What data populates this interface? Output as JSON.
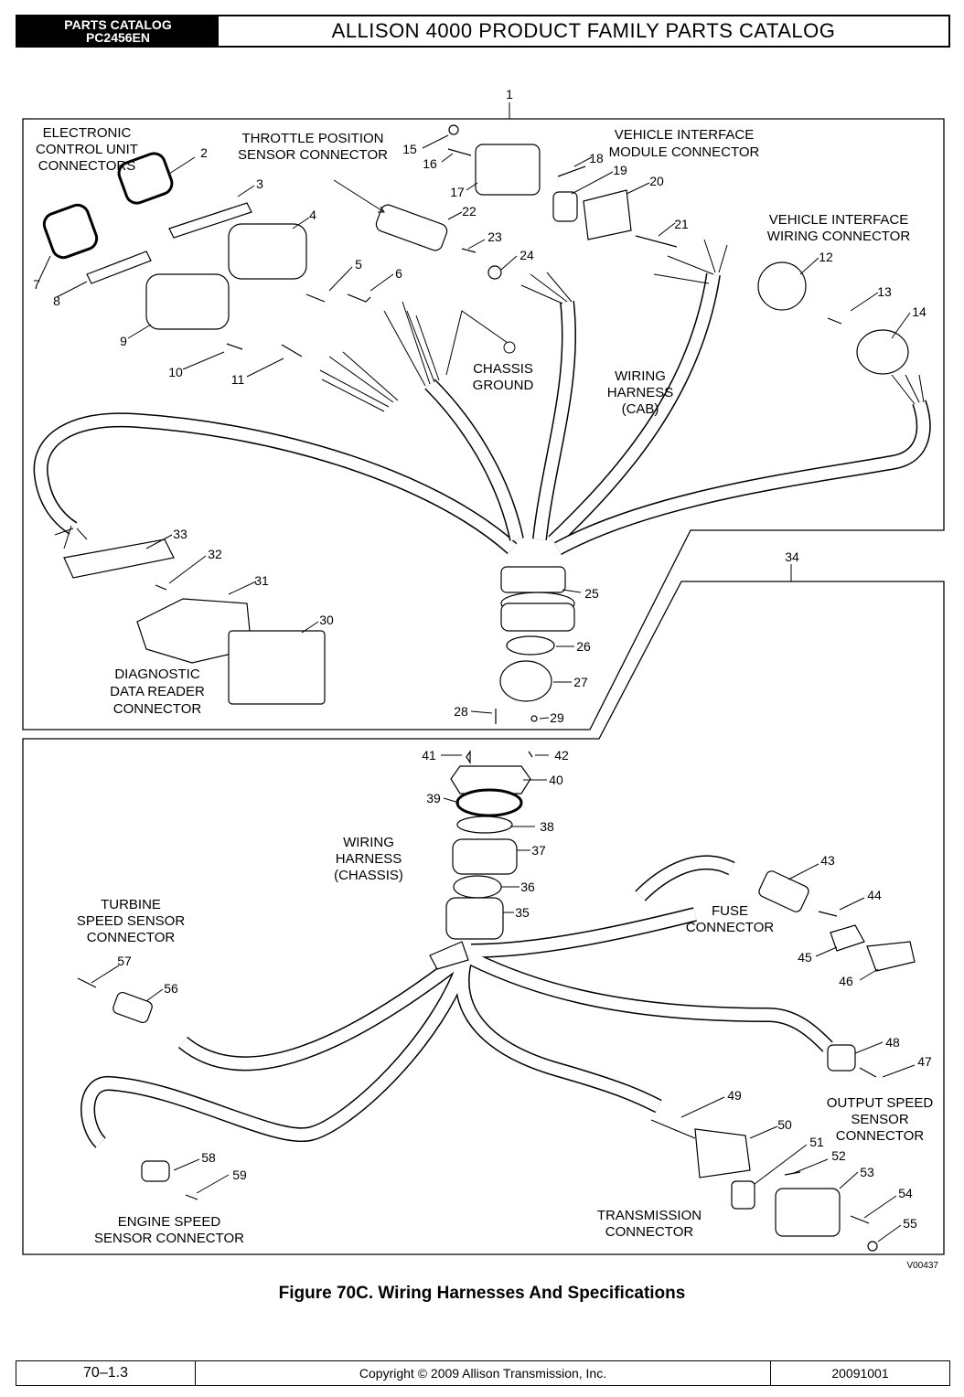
{
  "header": {
    "catalog_line1": "PARTS CATALOG",
    "catalog_line2": "PC2456EN",
    "title": "ALLISON 4000 PRODUCT FAMILY PARTS CATALOG"
  },
  "labels": {
    "ecu": [
      "ELECTRONIC",
      "CONTROL UNIT",
      "CONNECTORS"
    ],
    "tps": [
      "THROTTLE POSITION",
      "SENSOR CONNECTOR"
    ],
    "vim": [
      "VEHICLE INTERFACE",
      "MODULE CONNECTOR"
    ],
    "viw": [
      "VEHICLE INTERFACE",
      "WIRING CONNECTOR"
    ],
    "chassis_ground": [
      "CHASSIS",
      "GROUND"
    ],
    "harness_cab": [
      "WIRING",
      "HARNESS",
      "(CAB)"
    ],
    "ddr": [
      "DIAGNOSTIC",
      "DATA READER",
      "CONNECTOR"
    ],
    "harness_chassis": [
      "WIRING",
      "HARNESS",
      "(CHASSIS)"
    ],
    "turbine": [
      "TURBINE",
      "SPEED SENSOR",
      "CONNECTOR"
    ],
    "fuse": [
      "FUSE",
      "CONNECTOR"
    ],
    "output": [
      "OUTPUT SPEED",
      "SENSOR",
      "CONNECTOR"
    ],
    "transmission": [
      "TRANSMISSION",
      "CONNECTOR"
    ],
    "engine": [
      "ENGINE SPEED",
      "SENSOR CONNECTOR"
    ]
  },
  "callouts": {
    "n1": "1",
    "n2": "2",
    "n3": "3",
    "n4": "4",
    "n5": "5",
    "n6": "6",
    "n7": "7",
    "n8": "8",
    "n9": "9",
    "n10": "10",
    "n11": "11",
    "n12": "12",
    "n13": "13",
    "n14": "14",
    "n15": "15",
    "n16": "16",
    "n17": "17",
    "n18": "18",
    "n19": "19",
    "n20": "20",
    "n21": "21",
    "n22": "22",
    "n23": "23",
    "n24": "24",
    "n25": "25",
    "n26": "26",
    "n27": "27",
    "n28": "28",
    "n29": "29",
    "n30": "30",
    "n31": "31",
    "n32": "32",
    "n33": "33",
    "n34": "34",
    "n35": "35",
    "n36": "36",
    "n37": "37",
    "n38": "38",
    "n39": "39",
    "n40": "40",
    "n41": "41",
    "n42": "42",
    "n43": "43",
    "n44": "44",
    "n45": "45",
    "n46": "46",
    "n47": "47",
    "n48": "48",
    "n49": "49",
    "n50": "50",
    "n51": "51",
    "n52": "52",
    "n53": "53",
    "n54": "54",
    "n55": "55",
    "n56": "56",
    "n57": "57",
    "n58": "58",
    "n59": "59"
  },
  "drawing_code": "V00437",
  "caption": "Figure 70C.  Wiring Harnesses And Specifications",
  "footer": {
    "page": "70–1.3",
    "copyright": "Copyright © 2009 Allison Transmission, Inc.",
    "date": "20091001"
  }
}
